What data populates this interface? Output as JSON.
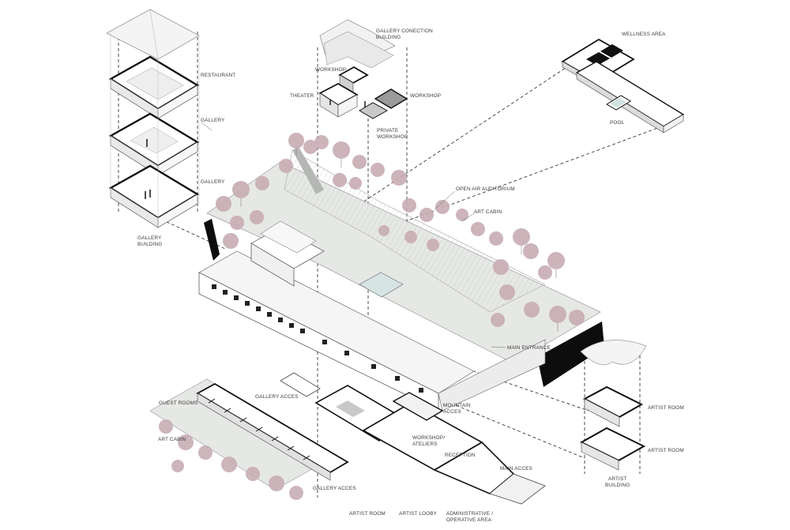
{
  "labels": {
    "restaurant": "RESTAURANT",
    "gallery_upper": "GALLERY",
    "gallery_lower": "GALLERY",
    "gallery_building": [
      "GALLERY",
      "BUILDING"
    ],
    "gallery_connection_building": [
      "GALLERY CONECTION",
      "BUILDING"
    ],
    "workshop_left": "WORKSHOP",
    "workshop_right": "WORKSHOP",
    "theater": "THEATER",
    "private_workshop": [
      "PRIVATE",
      "WORKSHOP"
    ],
    "wellness_area": "WELLNESS AREA",
    "pool": "POOL",
    "open_air_auditorium": "OPEN AIR AUDITORIUM",
    "art_cabin_top": "ART CABIN",
    "main_entrance": "MAIN ENTRANCE",
    "guest_rooms": "GUEST ROOMS",
    "gallery_acces_top": "GALLERY ACCES",
    "mountain_acces": [
      "MOUNTAIN",
      "ACCES"
    ],
    "workshop_ateliers": [
      "WORKSHOP/",
      "ATELIERS"
    ],
    "reception": "RECEPTION",
    "main_acces": "MAIN ACCES",
    "art_cabin_bottom": "ART CABIN",
    "gallery_acces_bottom": "GALLERY ACCES",
    "artist_room_bottom": "ARTIST ROOM",
    "artist_looby": "ARTIST LOOBY",
    "administrative_area": [
      "ADMINISTRATIVE /",
      "OPERATIVE AREA"
    ],
    "artist_room_upper": "ARTIST ROOM",
    "artist_room_lower": "ARTIST ROOM",
    "artist_building": [
      "ARTIST",
      "BUILDING"
    ]
  },
  "colors": {
    "line": "#1a1a1a",
    "thin_line": "#6e6e6e",
    "ground": "#e6e8e5",
    "wall": "#ffffff",
    "shade": "#cfd1cf",
    "tree": "#c8aeb5",
    "black_panel": "#0d0d0d"
  }
}
